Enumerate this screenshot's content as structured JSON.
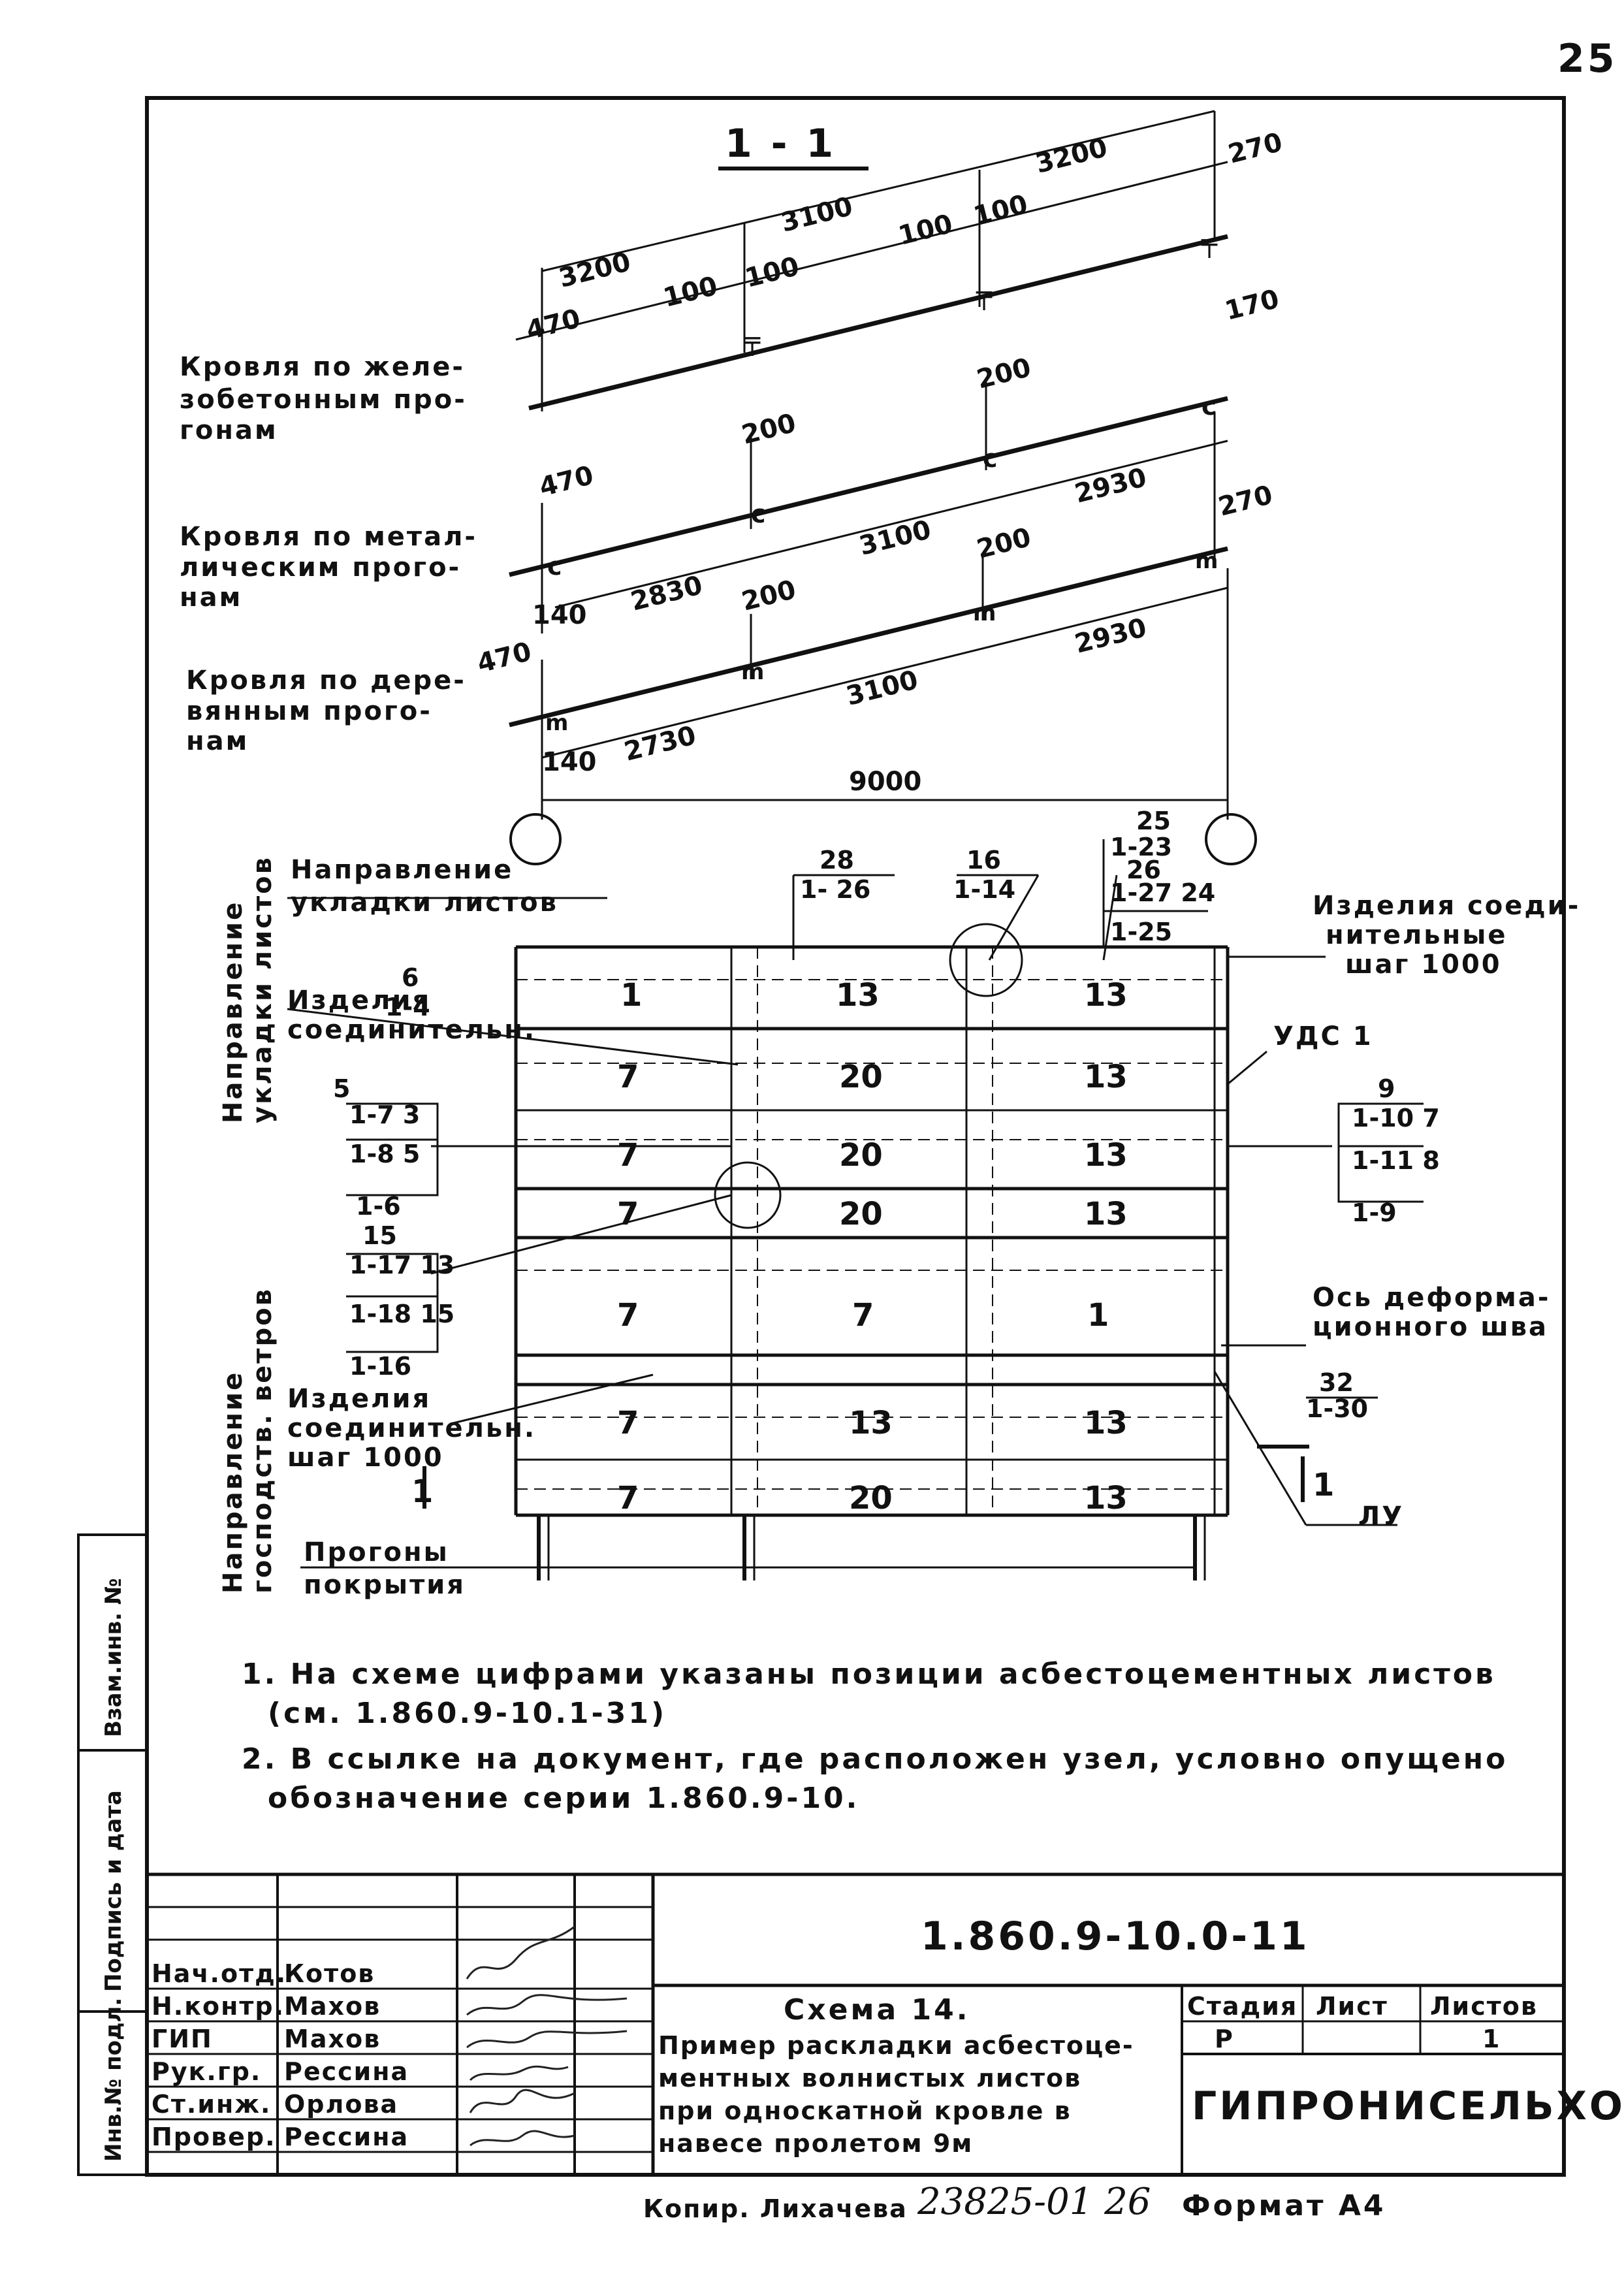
{
  "page_number": "25",
  "section_title": "1 - 1",
  "roof_sections": {
    "rc": {
      "label": [
        "Кровля по желе-",
        "зобетонным про-",
        "гонам"
      ],
      "dims": [
        "3200",
        "3100",
        "3200",
        "470",
        "100",
        "100",
        "100",
        "100",
        "270",
        "170"
      ]
    },
    "metal": {
      "label": [
        "Кровля по метал-",
        "лическим прого-",
        "нам"
      ],
      "dims": [
        "470",
        "200",
        "200",
        "270",
        "140",
        "2830",
        "3100",
        "2930"
      ]
    },
    "wood": {
      "label": [
        "Кровля по дере-",
        "вянным прого-",
        "нам"
      ],
      "dims": [
        "470",
        "200",
        "200",
        "140",
        "2730",
        "3100",
        "2930"
      ]
    },
    "span": "9000"
  },
  "plan": {
    "dir_laying_top": [
      "Направление",
      "укладки листов"
    ],
    "dir_laying_side": [
      "Направление",
      "укладки листов"
    ],
    "dir_wind_side": [
      "Направление",
      "господств. ветров"
    ],
    "rows": [
      [
        "1",
        "13",
        "13"
      ],
      [
        "7",
        "20",
        "13"
      ],
      [
        "7",
        "20",
        "13"
      ],
      [
        "7",
        "20",
        "13"
      ],
      [
        "7",
        "7",
        "1"
      ],
      [
        "7",
        "13",
        "13"
      ],
      [
        "7",
        "20",
        "13"
      ]
    ],
    "connect_left_top": [
      "Изделия",
      "соединительн."
    ],
    "connect_left_bottom": [
      "Изделия",
      "соединительн.",
      "шаг 1000"
    ],
    "connect_right": [
      "Изделия соеди-",
      "нительные",
      "шаг 1000"
    ],
    "uds": "УДС 1",
    "axis_joint": [
      "Ось деформа-",
      "ционного шва"
    ],
    "purlins": [
      "Прогоны",
      "покрытия"
    ],
    "section_mark": "1",
    "lu": "ЛУ",
    "refs": {
      "r6": [
        "6",
        "1-4"
      ],
      "r5": [
        "5",
        "1-7 3",
        "1-8 5",
        "1-6"
      ],
      "r15": [
        "15",
        "1-17 13",
        "1-18 15",
        "1-16"
      ],
      "r28": [
        "28",
        "1- 26"
      ],
      "r16": [
        "16",
        "1-14"
      ],
      "r25": [
        "25",
        "1-23",
        "26",
        "1-27 24",
        "1-25"
      ],
      "r9": [
        "9",
        "1-10 7",
        "1-11 8",
        "1-9"
      ],
      "r32": [
        "32",
        "1-30"
      ]
    }
  },
  "notes": [
    "1. На схеме цифрами указаны позиции асбестоцементных листов",
    "(см. 1.860.9-10.1-31)",
    "2. В ссылке на документ, где расположен узел, условно опущено",
    "обозначение серии 1.860.9-10."
  ],
  "side_stamp": [
    "Инв.№ подл.",
    "Подпись и дата",
    "Взам.инв. №"
  ],
  "title_block": {
    "doc_code": "1.860.9-10.0-11",
    "roles": [
      {
        "role": "Нач.отд.",
        "name": "Котов"
      },
      {
        "role": "Н.контр.",
        "name": "Махов"
      },
      {
        "role": "ГИП",
        "name": "Махов"
      },
      {
        "role": "Рук.гр.",
        "name": "Рессина"
      },
      {
        "role": "Ст.инж.",
        "name": "Орлова"
      },
      {
        "role": "Провер.",
        "name": "Рессина"
      }
    ],
    "title": [
      "Схема 14.",
      "Пример раскладки асбестоце-",
      "ментных волнистых листов",
      "при односкатной кровле в",
      "навесе пролетом 9м"
    ],
    "stage_h": "Стадия",
    "sheet_h": "Лист",
    "sheets_h": "Листов",
    "stage": "Р",
    "sheet": "",
    "sheets": "1",
    "org": "ГИПРОНИСЕЛЬХОЗ"
  },
  "footer": {
    "copied": "Копир. Лихачева",
    "number": "23825-01 26",
    "format": "Формат А4"
  }
}
